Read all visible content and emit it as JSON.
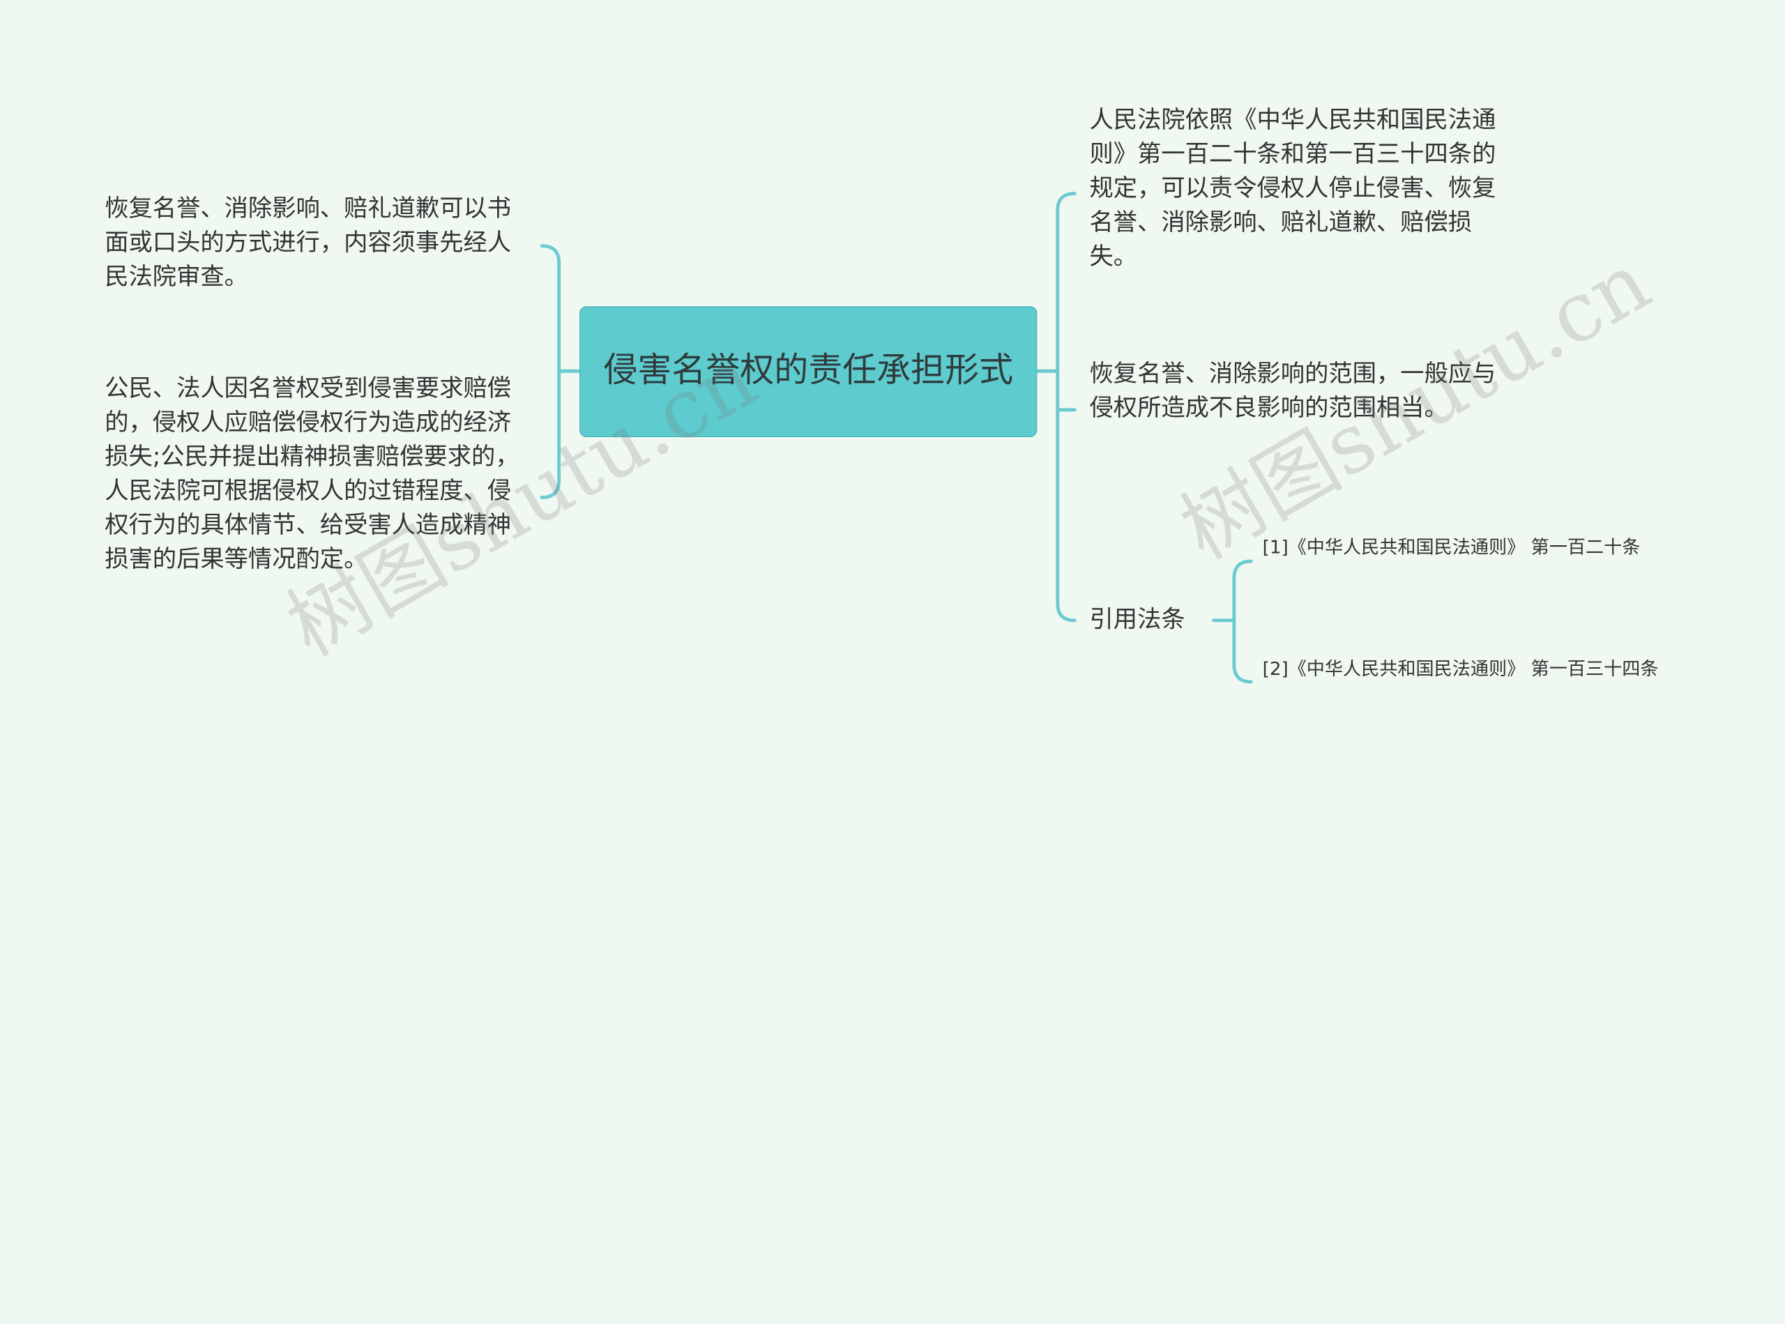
{
  "central": {
    "label": "侵害名誉权的责任承担形式"
  },
  "left_branches": [
    {
      "text": "恢复名誉、消除影响、赔礼道歉可以书面或口头的方式进行，内容须事先经人民法院审查。"
    },
    {
      "text": "公民、法人因名誉权受到侵害要求赔偿的，侵权人应赔偿侵权行为造成的经济损失;公民并提出精神损害赔偿要求的，人民法院可根据侵权人的过错程度、侵权行为的具体情节、给受害人造成精神损害的后果等情况酌定。"
    }
  ],
  "right_branches": [
    {
      "text": "人民法院依照《中华人民共和国民法通则》第一百二十条和第一百三十四条的规定，可以责令侵权人停止侵害、恢复名誉、消除影响、赔礼道歉、赔偿损失。"
    },
    {
      "text": "恢复名誉、消除影响的范围，一般应与侵权所造成不良影响的范围相当。"
    },
    {
      "text": "引用法条",
      "children": [
        {
          "text": "[1]《中华人民共和国民法通则》 第一百二十条"
        },
        {
          "text": "[2]《中华人民共和国民法通则》 第一百三十四条"
        }
      ]
    }
  ],
  "watermark": {
    "left": "树图shutu.cn",
    "right": "树图shutu.cn"
  },
  "colors": {
    "background": "#f0f9f1",
    "central_fill": "#5ecbce",
    "connector": "#6ccbd0",
    "text": "#333333"
  }
}
